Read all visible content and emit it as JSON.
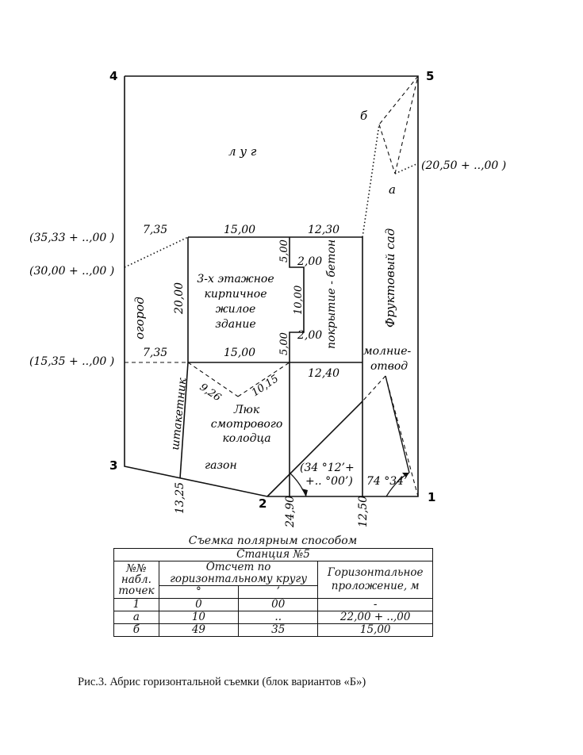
{
  "plan": {
    "points": {
      "p1": "1",
      "p2": "2",
      "p3": "3",
      "p4": "4",
      "p5": "5",
      "pa": "а",
      "pb": "б"
    },
    "labels": {
      "meadow": "л у г",
      "building": [
        "3-х этажное",
        "кирпичное",
        "жилое",
        "здание"
      ],
      "garden": "огород",
      "orchard": "Фруктовый сад",
      "concrete": "покрытие - бетон",
      "fence": "штакетник",
      "hatch": [
        "Люк",
        "смотрового",
        "колодца"
      ],
      "lawn": "газон",
      "lightning": [
        "молние-",
        "отвод"
      ]
    },
    "refs": {
      "r1": "(20,50 + ..,00 )",
      "r2": "(35,33 + ..,00 )",
      "r3": "(30,00 + ..,00 )",
      "r4": "(15,35 + ..,00 )"
    },
    "dims": {
      "d735a": "7,35",
      "d1500a": "15,00",
      "d1230": "12,30",
      "d500a": "5,00",
      "d200a": "2,00",
      "d1000": "10,00",
      "d200b": "2,00",
      "d500b": "5,00",
      "d2000": "20,00",
      "d735b": "7,35",
      "d1500b": "15,00",
      "d1240": "12,40",
      "d926": "9,26",
      "d1015": "10,15",
      "d1325": "13,25",
      "d2490": "24,90",
      "d1250": "12,50"
    },
    "angles": {
      "a1": "(34 °12’+",
      "a2": "+.. °00’)",
      "a3": "74 °34’"
    }
  },
  "table": {
    "title": "Съемка полярным способом",
    "station": "Станция №5",
    "col1": [
      "№№",
      "набл.",
      "точек"
    ],
    "col2": [
      "Отсчет по",
      "горизонтальному кругу"
    ],
    "sub_deg": "°",
    "sub_min": "’",
    "col3": [
      "Горизонтальное",
      "проложение, м"
    ],
    "rows": [
      {
        "point": "1",
        "deg": "0",
        "min": "00",
        "dist": "-"
      },
      {
        "point": "а",
        "deg": "10",
        "min": "..",
        "dist": "22,00 + ..,00"
      },
      {
        "point": "б",
        "deg": "49",
        "min": "35",
        "dist": "15,00"
      }
    ]
  },
  "caption": "Рис.3. Абрис горизонтальной съемки (блок вариантов «Б»)"
}
